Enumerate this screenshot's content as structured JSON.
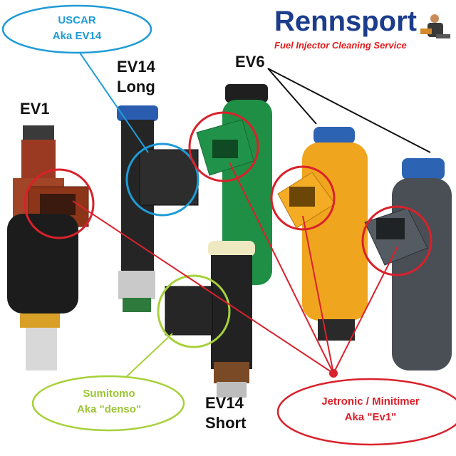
{
  "brand": {
    "name": "Rennsport",
    "tagline": "Fuel Injector Cleaning Service"
  },
  "injectors": {
    "ev1": "EV1",
    "ev14_long_line1": "EV14",
    "ev14_long_line2": "Long",
    "ev6": "EV6",
    "ev14_short_line1": "EV14",
    "ev14_short_line2": "Short"
  },
  "callouts": {
    "uscar_line1": "USCAR",
    "uscar_line2": "Aka EV14",
    "sumitomo_line1": "Sumitomo",
    "sumitomo_line2": "Aka \"denso\"",
    "jetronic_line1": "Jetronic / Minitimer",
    "jetronic_line2": "Aka \"Ev1\""
  },
  "colors": {
    "uscar": "#1f9bd6",
    "sumitomo": "#a7d13a",
    "jetronic": "#d9212b",
    "brand_blue": "#1c3c8c",
    "brand_red": "#e21b1b"
  }
}
